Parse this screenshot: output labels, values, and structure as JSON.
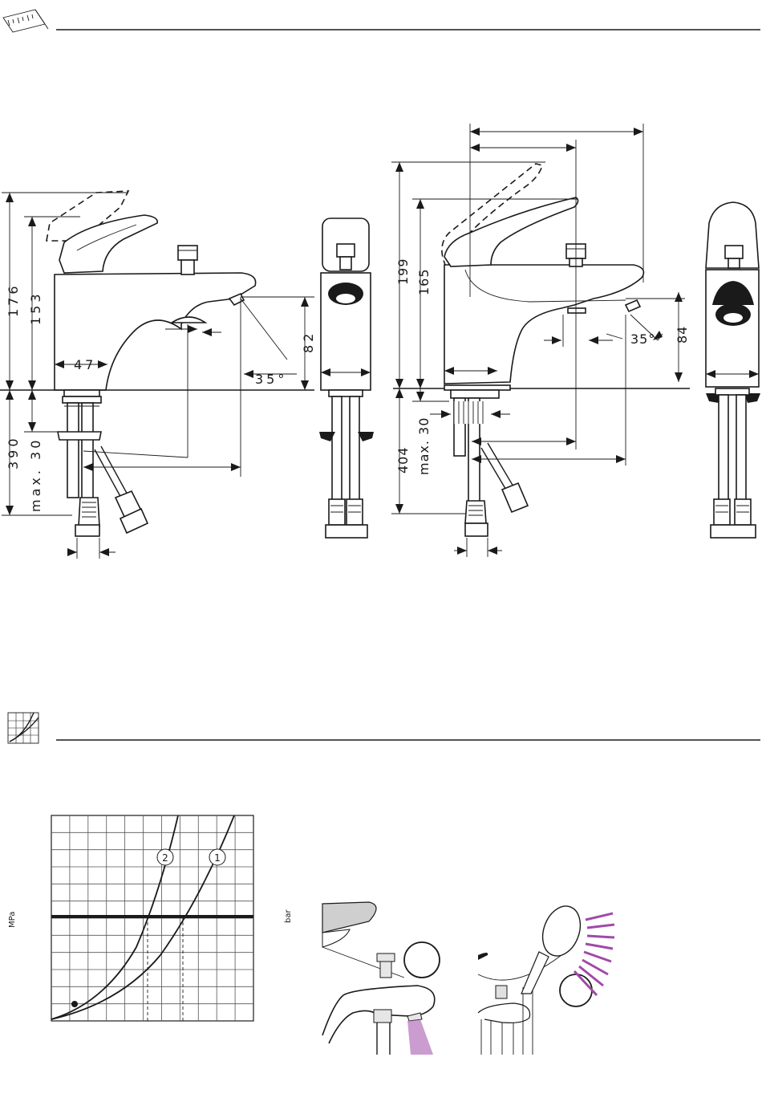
{
  "sections": {
    "dimensions_icon": "ruler-icon",
    "flow_icon": "flow-diagram-icon"
  },
  "left_drawing": {
    "dims": {
      "h_total": "176",
      "h_lever": "153",
      "h_spout": "82",
      "angle": "35°",
      "base_width": "47",
      "h_below": "390",
      "max_thickness": "max. 30"
    }
  },
  "right_drawing": {
    "dims": {
      "h_total": "199",
      "h_lever": "165",
      "h_spout": "84",
      "angle": "35°",
      "h_below": "404",
      "max_thickness": "max. 30"
    }
  },
  "flow_chart": {
    "left_axis_unit": "MPa",
    "right_axis_unit": "bar",
    "curve1_label": "1",
    "curve2_label": "2"
  },
  "callouts": {
    "c1_label": "",
    "c2_label": ""
  },
  "colors": {
    "spray": "#a04aa8"
  }
}
